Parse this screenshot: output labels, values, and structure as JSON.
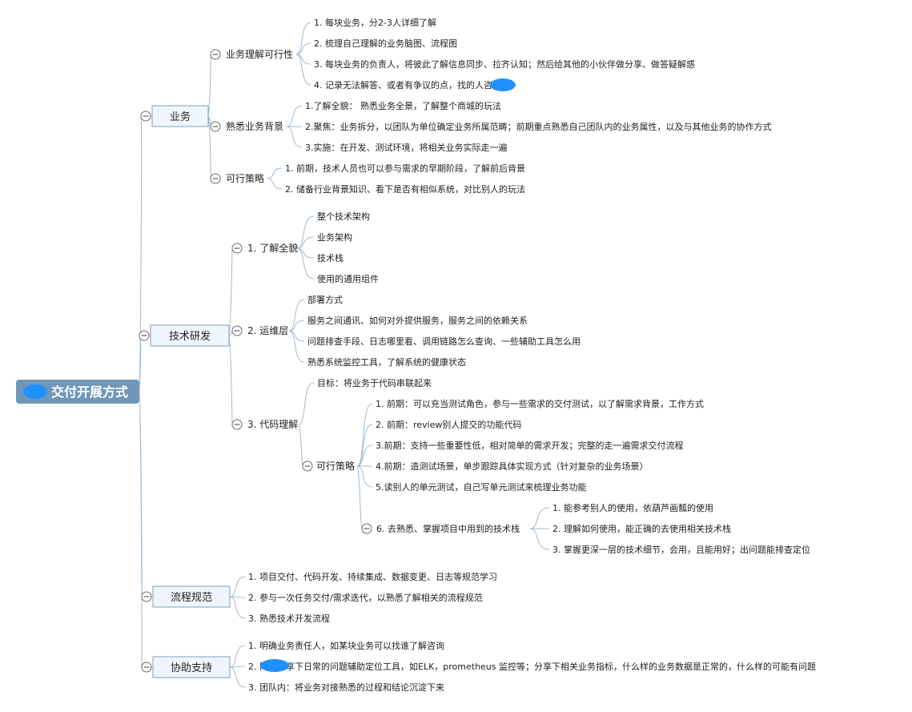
{
  "colors": {
    "root_fill": "#7197b8",
    "box_fill": "#eef5fc",
    "box_stroke": "#7f9fbf",
    "edge": "#9fbbd3",
    "redaction": "#1e90ff"
  },
  "root": {
    "label": "交付开展方式"
  },
  "branches": [
    {
      "label": "业务",
      "children": [
        {
          "label": "业务理解可行性",
          "children": [
            {
              "label": "1. 每块业务，分2-3人详细了解"
            },
            {
              "label": "2. 梳理自己理解的业务脑图、流程图"
            },
            {
              "label": "3. 每块业务的负责人，将彼此了解信息同步、拉齐认知；然后给其他的小伙伴做分享、做答疑解惑"
            },
            {
              "label": "4. 记录无法解答、或者有争议的点，找的人咨询"
            }
          ]
        },
        {
          "label": "熟悉业务背景",
          "children": [
            {
              "label": "1.了解全貌： 熟悉业务全景，了解整个商城的玩法"
            },
            {
              "label": "2.聚焦：业务拆分，以团队为单位确定业务所属范畴；前期重点熟悉自己团队内的业务属性，以及与其他业务的协作方式"
            },
            {
              "label": "3.实施：在开发、测试环境，将相关业务实际走一遍"
            }
          ]
        },
        {
          "label": "可行策略",
          "children": [
            {
              "label": "1. 前期，技术人员也可以参与需求的早期阶段，了解前后背景"
            },
            {
              "label": "2. 储备行业背景知识、看下是否有相似系统，对比别人的玩法"
            }
          ]
        }
      ]
    },
    {
      "label": "技术研发",
      "children": [
        {
          "label": "1. 了解全貌",
          "children": [
            {
              "label": "整个技术架构"
            },
            {
              "label": "业务架构"
            },
            {
              "label": "技术栈"
            },
            {
              "label": "使用的通用组件"
            }
          ]
        },
        {
          "label": "2. 运维层",
          "children": [
            {
              "label": "部署方式"
            },
            {
              "label": "服务之间通讯、如何对外提供服务，服务之间的依赖关系"
            },
            {
              "label": "问题排查手段、日志哪里看、调用链路怎么查询、一些辅助工具怎么用"
            },
            {
              "label": "熟悉系统监控工具，了解系统的健康状态"
            }
          ]
        },
        {
          "label": "3. 代码理解",
          "children": [
            {
              "label": "目标：将业务于代码串联起来"
            },
            {
              "label": "可行策略",
              "children": [
                {
                  "label": "1. 前期：可以充当测试角色，参与一些需求的交付测试，以了解需求背景，工作方式"
                },
                {
                  "label": "2. 前期：review别人提交的功能代码"
                },
                {
                  "label": "3.前期：支持一些重要性低，相对简单的需求开发；完整的走一遍需求交付流程"
                },
                {
                  "label": "4.前期：造测试场景，单步跟踪具体实现方式（针对复杂的业务场景）"
                },
                {
                  "label": "5.读别人的单元测试，自己写单元测试来梳理业务功能"
                },
                {
                  "label": "6. 去熟悉、掌握项目中用到的技术栈",
                  "children": [
                    {
                      "label": "1. 能参考别人的使用，依葫芦画瓢的使用"
                    },
                    {
                      "label": "2. 理解如何使用，能正确的去使用相关技术栈"
                    },
                    {
                      "label": "3. 掌握更深一层的技术细节，会用，且能用好；出问题能排查定位"
                    }
                  ]
                }
              ]
            }
          ]
        }
      ]
    },
    {
      "label": "流程规范",
      "children": [
        {
          "label": "1. 项目交付、代码开发、持续集成、数据变更、日志等规范学习"
        },
        {
          "label": "2. 参与一次任务交付/需求迭代，以熟悉了解相关的流程规范"
        },
        {
          "label": "3. 熟悉技术开发流程"
        }
      ]
    },
    {
      "label": "协助支持",
      "children": [
        {
          "label": "1. 明确业务责任人，如某块业务可以找谁了解咨询"
        },
        {
          "label": "2. 同学分享下日常的问题辅助定位工具，如ELK，prometheus 监控等；分享下相关业务指标，什么样的业务数据是正常的，什么样的可能有问题"
        },
        {
          "label": "3. 团队内：将业务对接熟悉的过程和结论沉淀下来"
        }
      ]
    }
  ]
}
